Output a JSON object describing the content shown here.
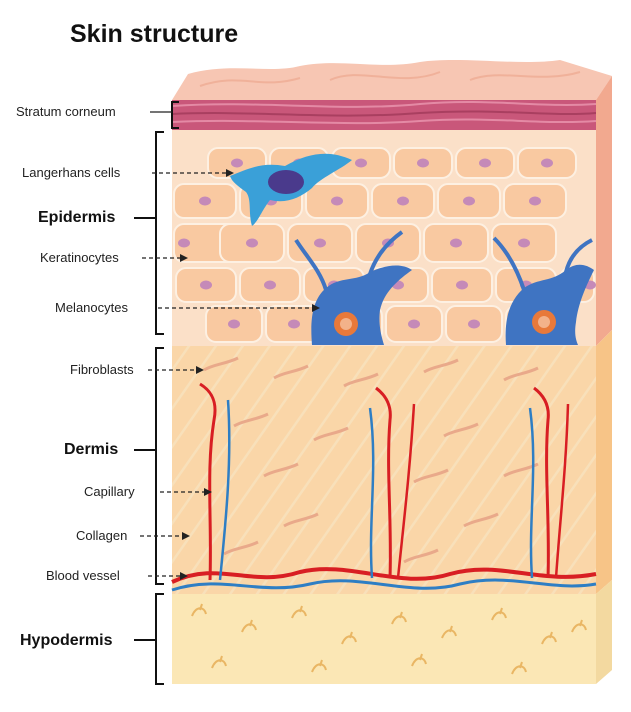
{
  "title": "Skin structure",
  "layers": {
    "epidermis": "Epidermis",
    "dermis": "Dermis",
    "hypodermis": "Hypodermis"
  },
  "labels": {
    "stratum_corneum": "Stratum corneum",
    "langerhans": "Langerhans cells",
    "keratinocytes": "Keratinocytes",
    "melanocytes": "Melanocytes",
    "fibroblasts": "Fibroblasts",
    "capillary": "Capillary",
    "collagen": "Collagen",
    "blood_vessel": "Blood vessel"
  },
  "colors": {
    "stratum": "#c9577a",
    "epidermis_cell": "#f9c9a1",
    "dermis": "#fad6a8",
    "hypodermis": "#fbe7b5",
    "melanocyte": "#3f74c2",
    "langerhans": "#3aa0d8",
    "artery": "#d81e23",
    "vein": "#2e7ec4",
    "nucleus": "#c58ab8"
  }
}
